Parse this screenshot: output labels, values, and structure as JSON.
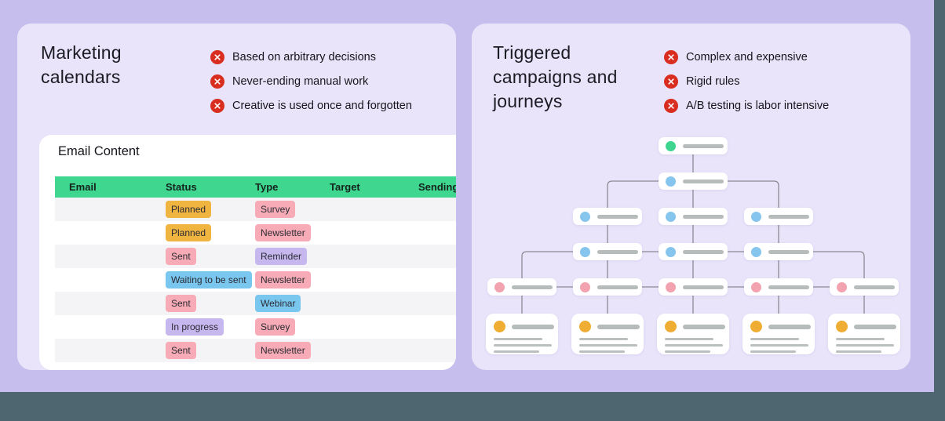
{
  "colors": {
    "outer_background": "#c6beec",
    "panel_background": "#e9e4fa",
    "frame_teal": "#4e6670",
    "error_icon_red": "#d92d20",
    "table_header_bg": "#3fd690",
    "badges": {
      "amber": "#f0b440",
      "pink": "#f6abb6",
      "blue": "#79c6ef",
      "purple": "#c6b7ee"
    },
    "dots": {
      "green": "#3ed68f",
      "blue": "#85c5ee",
      "pink": "#f2a3af",
      "yellow": "#f0ad33"
    }
  },
  "left_panel": {
    "title_lines": [
      "Marketing",
      "calendars"
    ],
    "pain_points": [
      "Based on arbitrary decisions",
      "Never-ending manual work",
      "Creative is used once and forgotten"
    ],
    "table": {
      "title": "Email Content",
      "columns": [
        "Email",
        "Status",
        "Type",
        "Target",
        "Sending"
      ],
      "rows": [
        {
          "status": "Planned",
          "status_color": "amber",
          "type": "Survey",
          "type_color": "pink",
          "email_bar": 72,
          "target_bar": 72,
          "sending_bar": 56
        },
        {
          "status": "Planned",
          "status_color": "amber",
          "type": "Newsletter",
          "type_color": "pink",
          "email_bar": 85,
          "target_bar": 76,
          "sending_bar": 56
        },
        {
          "status": "Sent",
          "status_color": "pink",
          "type": "Reminder",
          "type_color": "purple",
          "email_bar": 72,
          "target_bar": 70,
          "sending_bar": 56
        },
        {
          "status": "Waiting to be sent",
          "status_color": "blue",
          "type": "Newsletter",
          "type_color": "pink",
          "email_bar": 100,
          "target_bar": 74,
          "sending_bar": 56
        },
        {
          "status": "Sent",
          "status_color": "pink",
          "type": "Webinar",
          "type_color": "blue",
          "email_bar": 80,
          "target_bar": 70,
          "sending_bar": 56
        },
        {
          "status": "In progress",
          "status_color": "purple",
          "type": "Survey",
          "type_color": "pink",
          "email_bar": 65,
          "target_bar": 76,
          "sending_bar": 56
        },
        {
          "status": "Sent",
          "status_color": "pink",
          "type": "Newsletter",
          "type_color": "pink",
          "email_bar": 78,
          "target_bar": 72,
          "sending_bar": 56
        }
      ]
    }
  },
  "right_panel": {
    "title_lines": [
      "Triggered",
      "campaigns and",
      "journeys"
    ],
    "pain_points": [
      "Complex and expensive",
      "Rigid rules",
      "A/B testing is labor intensive"
    ],
    "tree": {
      "nodes": [
        {
          "row": 0,
          "col": 2,
          "dot": "green"
        },
        {
          "row": 1,
          "col": 2,
          "dot": "blue"
        },
        {
          "row": 2,
          "col": 1,
          "dot": "blue"
        },
        {
          "row": 2,
          "col": 2,
          "dot": "blue"
        },
        {
          "row": 2,
          "col": 3,
          "dot": "blue"
        },
        {
          "row": 3,
          "col": 1,
          "dot": "blue"
        },
        {
          "row": 3,
          "col": 2,
          "dot": "blue"
        },
        {
          "row": 3,
          "col": 3,
          "dot": "blue"
        },
        {
          "row": 4,
          "col": 0,
          "dot": "pink"
        },
        {
          "row": 4,
          "col": 1,
          "dot": "pink"
        },
        {
          "row": 4,
          "col": 2,
          "dot": "pink"
        },
        {
          "row": 4,
          "col": 3,
          "dot": "pink"
        },
        {
          "row": 4,
          "col": 4,
          "dot": "pink"
        }
      ],
      "cards": [
        {
          "col": 0,
          "dot": "yellow",
          "lines": [
            62,
            74,
            58
          ]
        },
        {
          "col": 1,
          "dot": "yellow",
          "lines": [
            62,
            74,
            58
          ]
        },
        {
          "col": 2,
          "dot": "yellow",
          "lines": [
            62,
            74,
            58
          ]
        },
        {
          "col": 3,
          "dot": "yellow",
          "lines": [
            62,
            74,
            58
          ]
        },
        {
          "col": 4,
          "dot": "yellow",
          "lines": [
            62,
            74,
            58
          ]
        }
      ]
    }
  }
}
